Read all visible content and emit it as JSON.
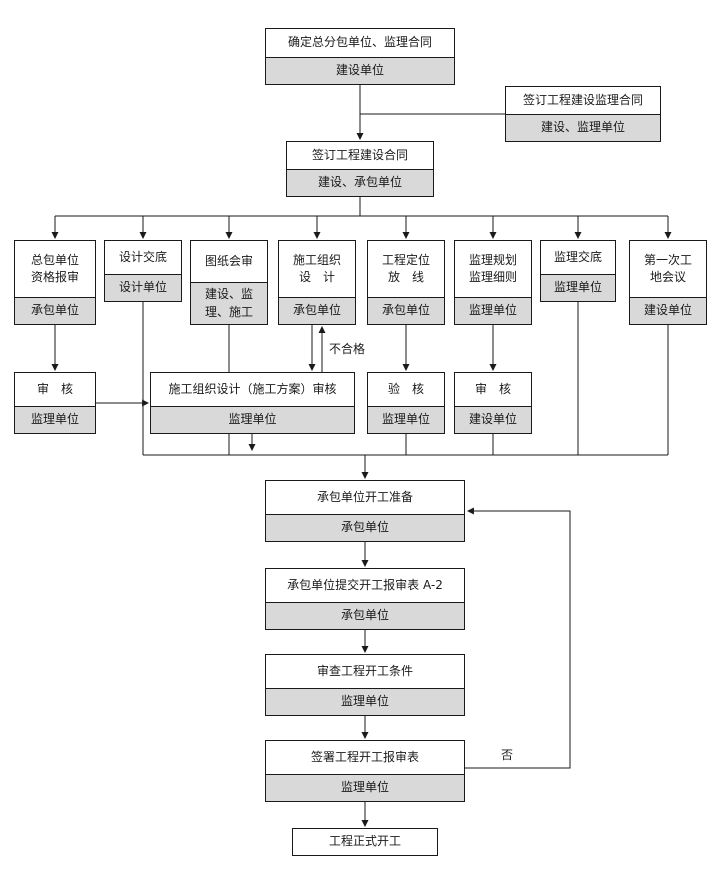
{
  "nodes": {
    "b1": {
      "title": "确定总分包单位、监理合同",
      "unit": "建设单位"
    },
    "b2": {
      "title": "签订工程建设监理合同",
      "unit": "建设、监理单位"
    },
    "b3": {
      "title": "签订工程建设合同",
      "unit": "建设、承包单位"
    },
    "c1": {
      "title": "总包单位\n资格报审",
      "unit": "承包单位"
    },
    "c2": {
      "title": "设计交底",
      "unit": "设计单位"
    },
    "c3": {
      "title": "图纸会审",
      "unit": "建设、监\n理、施工"
    },
    "c4": {
      "title": "施工组织\n设　计",
      "unit": "承包单位"
    },
    "c5": {
      "title": "工程定位\n放　线",
      "unit": "承包单位"
    },
    "c6": {
      "title": "监理规划\n监理细则",
      "unit": "监理单位"
    },
    "c7": {
      "title": "监理交底",
      "unit": "监理单位"
    },
    "c8": {
      "title": "第一次工\n地会议",
      "unit": "建设单位"
    },
    "a1": {
      "title": "审　核",
      "unit": "监理单位"
    },
    "awide": {
      "title": "施工组织设计（施工方案）审核",
      "unit": "监理单位"
    },
    "a5": {
      "title": "验　核",
      "unit": "监理单位"
    },
    "a6": {
      "title": "审　核",
      "unit": "建设单位"
    },
    "s1": {
      "title": "承包单位开工准备",
      "unit": "承包单位"
    },
    "s2": {
      "title": "承包单位提交开工报审表 A-2",
      "unit": "承包单位"
    },
    "s3": {
      "title": "审查工程开工条件",
      "unit": "监理单位"
    },
    "s4": {
      "title": "签署工程开工报审表",
      "unit": "监理单位"
    },
    "s5": {
      "title": "工程正式开工"
    }
  },
  "labels": {
    "fail": "不合格",
    "no": "否"
  },
  "colors": {
    "unit_bg": "#d9d9d9",
    "line": "#1a1a1a"
  }
}
